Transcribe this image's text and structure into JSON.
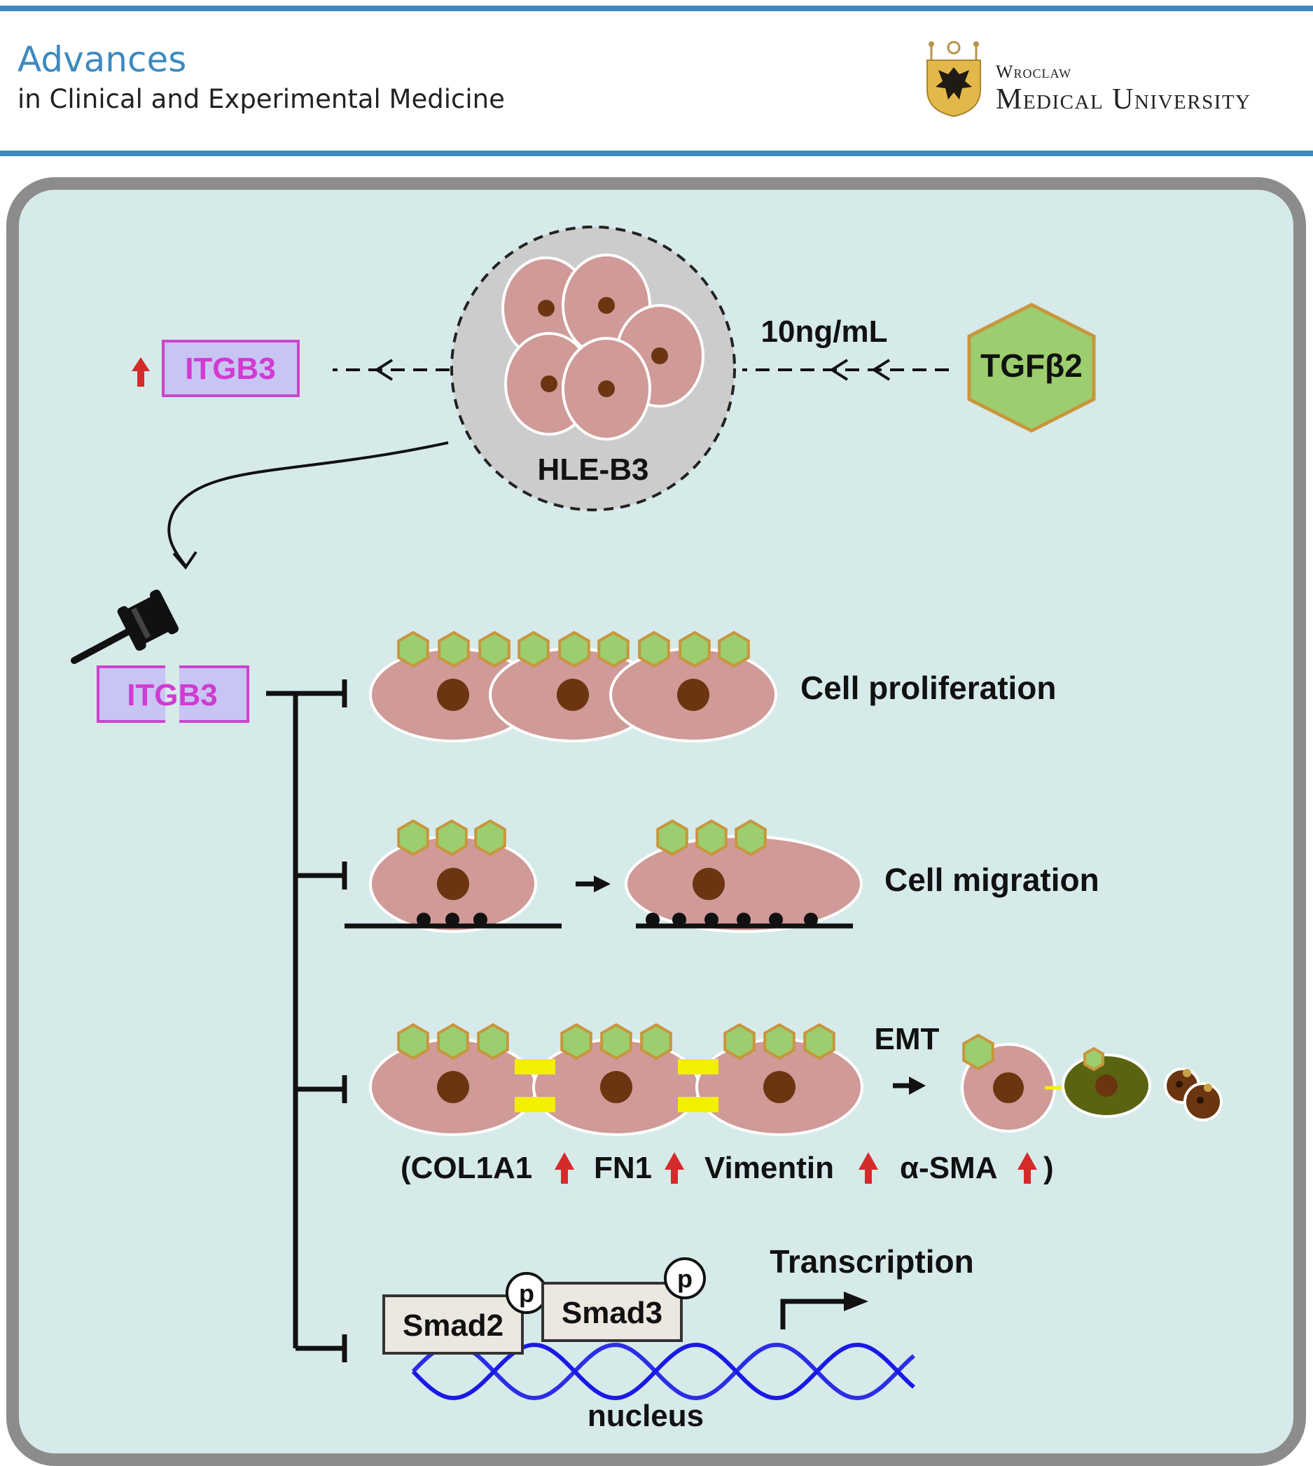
{
  "header": {
    "journal_name": "Advances",
    "journal_subtitle": "in Clinical and Experimental Medicine",
    "university_line1": "Wroclaw",
    "university_line2": "Medical University",
    "colors": {
      "accent": "#3c8ac0"
    }
  },
  "diagram": {
    "cell_line": "HLE-B3",
    "stimulus": "TGFβ2",
    "dose": "10ng/mL",
    "gene_up": "ITGB3",
    "gene_knockdown": "ITGB3",
    "outcomes": {
      "proliferation": "Cell proliferation",
      "migration": "Cell migration",
      "emt": "EMT",
      "markers": [
        "(COL1A1",
        "FN1",
        "Vimentin",
        "α-SMA",
        ")"
      ],
      "transcription": "Transcription",
      "nucleus": "nucleus"
    },
    "smads": [
      "Smad2",
      "Smad3"
    ],
    "phospho": "p",
    "colors": {
      "panel_bg": "#d7eaea",
      "panel_border": "#8c8c8c",
      "cell_fill": "#cf9a97",
      "nucleus": "#6a3510",
      "hexagon": "#9ccd6e",
      "hexagon_edge": "#c8963c",
      "itgb3_border": "#cc44cc",
      "itgb3_fill": "#c8c4f4",
      "itgb3_text": "#d23ad2",
      "up_arrow": "#d42a2a",
      "dna": "#1a1ae6",
      "junction": "#f2f000",
      "myofibroblast": "#5a6410"
    }
  }
}
